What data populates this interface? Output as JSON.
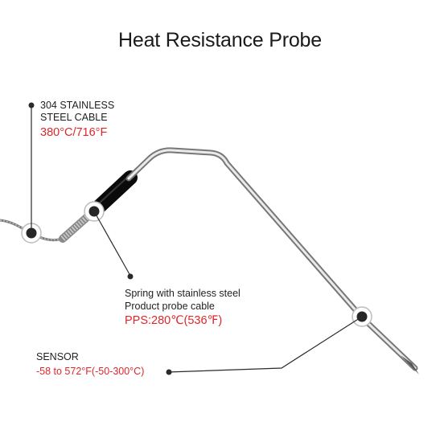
{
  "title": "Heat Resistance Probe",
  "callouts": {
    "cable": {
      "line1": "304 STAINLESS",
      "line2": "STEEL CABLE",
      "temp": "380°C/716°F"
    },
    "spring": {
      "line1": "Spring with stainless steel",
      "line2": "Product probe cable",
      "temp": "PPS:280℃(536℉)"
    },
    "sensor": {
      "line1": "SENSOR",
      "temp": "-58 to 572°F(-50-300°C)"
    }
  },
  "colors": {
    "accent_red": "#e0262b",
    "text": "#1f1f1f",
    "steel": "#9a9a9a"
  }
}
